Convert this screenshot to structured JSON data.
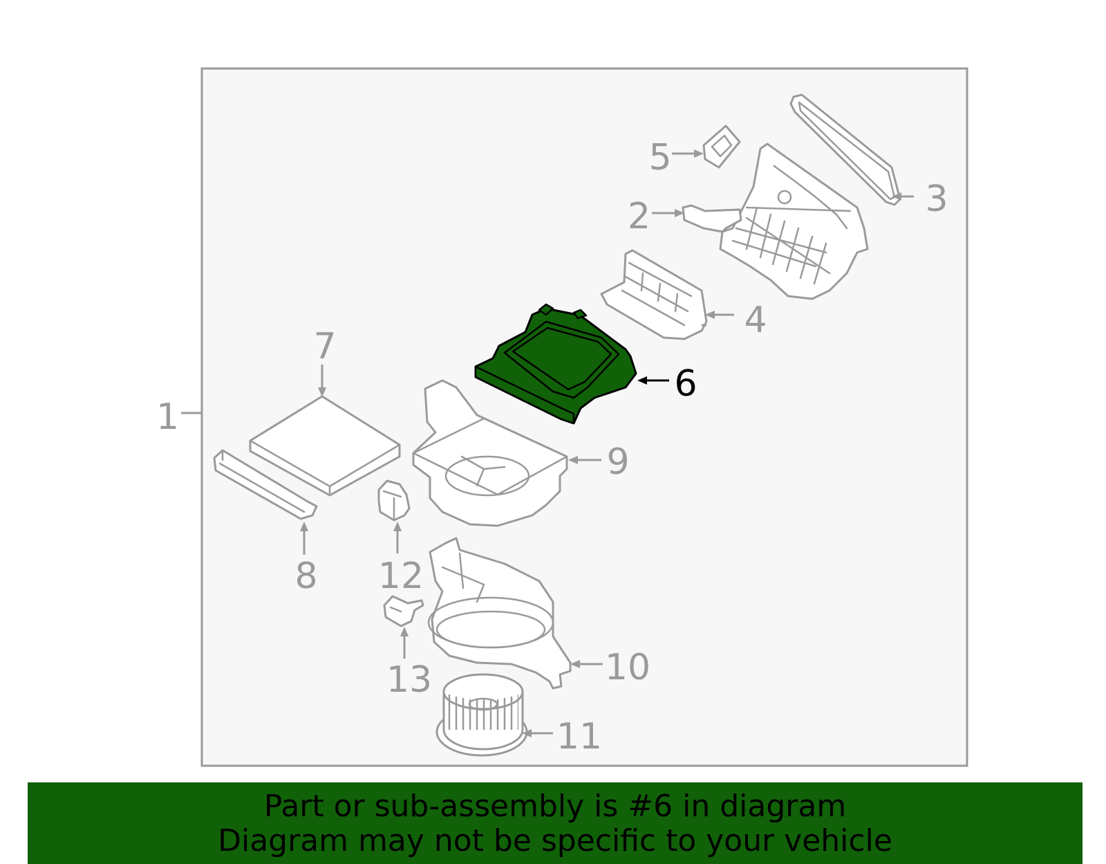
{
  "diagram": {
    "callouts": [
      "1",
      "2",
      "3",
      "4",
      "5",
      "6",
      "7",
      "8",
      "9",
      "10",
      "11",
      "12",
      "13"
    ],
    "highlighted_callout": "6",
    "highlight_color": "#116108",
    "line_color": "#9a9a9a"
  },
  "banner": {
    "line1": "Part or sub-assembly is #6 in diagram",
    "line2": "Diagram may not be specific to your vehicle",
    "background": "#116108"
  }
}
